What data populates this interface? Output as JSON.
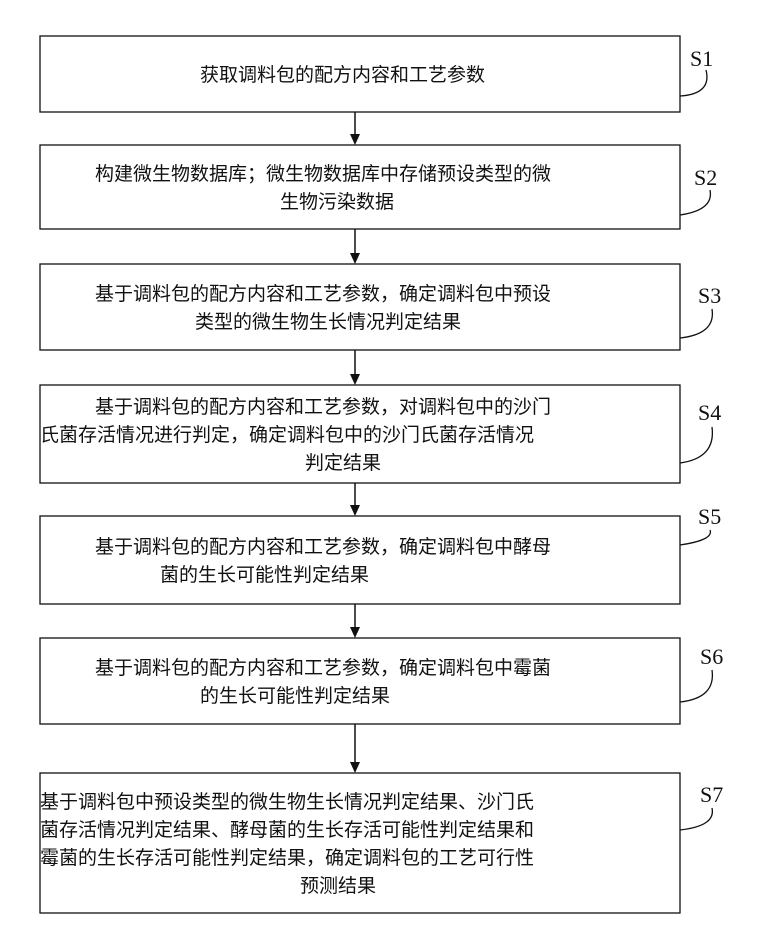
{
  "steps": [
    {
      "label": "S1",
      "lines": [
        "获取调料包的配方内容和工艺参数"
      ]
    },
    {
      "label": "S2",
      "lines": [
        "构建微生物数据库；微生物数据库中存储预设类型的微",
        "生物污染数据"
      ]
    },
    {
      "label": "S3",
      "lines": [
        "基于调料包的配方内容和工艺参数，确定调料包中预设",
        "类型的微生物生长情况判定结果"
      ]
    },
    {
      "label": "S4",
      "lines": [
        "基于调料包的配方内容和工艺参数，对调料包中的沙门",
        "氏菌存活情况进行判定，确定调料包中的沙门氏菌存活情况",
        "判定结果"
      ]
    },
    {
      "label": "S5",
      "lines": [
        "基于调料包的配方内容和工艺参数，确定调料包中酵母",
        "菌的生长可能性判定结果"
      ]
    },
    {
      "label": "S6",
      "lines": [
        "基于调料包的配方内容和工艺参数，确定调料包中霉菌",
        "的生长可能性判定结果"
      ]
    },
    {
      "label": "S7",
      "lines": [
        "基于调料包中预设类型的微生物生长情况判定结果、沙门氏",
        "菌存活情况判定结果、酵母菌的生长存活可能性判定结果和",
        "霉菌的生长存活可能性判定结果，确定调料包的工艺可行性",
        "预测结果"
      ]
    }
  ]
}
